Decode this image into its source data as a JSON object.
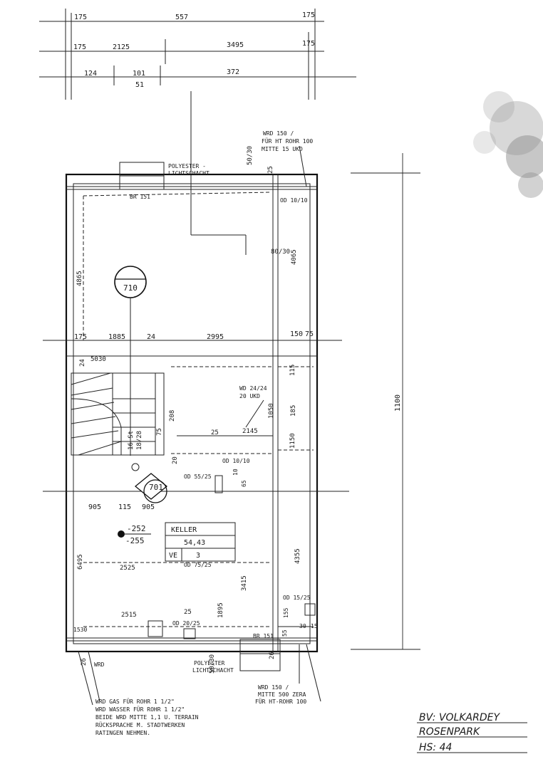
{
  "top_dims": {
    "row1": [
      "175",
      "557",
      "175"
    ],
    "row2": [
      "175",
      "2125",
      "3495",
      "175"
    ],
    "row3": [
      "124",
      "101",
      "51",
      "372"
    ]
  },
  "labels": {
    "wrd_top": [
      "WRD 150 /",
      "FÜR HT ROHR 100",
      "MITTE 15 UKD"
    ],
    "lichtschacht_top": [
      "POLYESTER -",
      "LICHTSCHACHT"
    ],
    "br_top": "BR 151",
    "dim_50_30_top": "50/30",
    "dim_25_top": "25",
    "od_10_10": "OD 10/10",
    "dim_80_30": "80/30",
    "dim_4065": "4065",
    "dim_4865": "4865",
    "marker_710": "710",
    "mid_dims": [
      "175",
      "1885",
      "24",
      "2995",
      "150",
      "75"
    ],
    "dim_24_v": "24",
    "dim_50": "50",
    "dim_30": "30",
    "wd_note": [
      "WD 24/24",
      "20 UKD"
    ],
    "dim_1050": "1050",
    "dim_185": "185",
    "dim_208": "208",
    "dim_75": "75",
    "stair": [
      "16 St",
      "18/28"
    ],
    "dim_25_mid": "25",
    "dim_2145": "2145",
    "dim_115": "115",
    "dim_1150": "1150",
    "dim_20": "20",
    "od_10": "OD 10/10",
    "od_55_25": "OD 55/25",
    "dim_10": "10",
    "dim_65": "65",
    "marker_701": "701",
    "lower_dims": [
      "905",
      "115",
      "905"
    ],
    "level": [
      "-252",
      "-255"
    ],
    "room_name": "KELLER",
    "room_area": "54,43",
    "room_ve": "VE",
    "room_3": "3",
    "dim_4355": "4355",
    "od_dim": "OD 75/25",
    "dim_2525": "2525",
    "dim_3415": "3415",
    "dim_6495": "6495",
    "dim_2515": "2515",
    "dim_25_low": "25",
    "dim_1895": "1895",
    "od_20_25": "OD 20/25",
    "od_15_25": "OD 15/25",
    "dim_155": "155",
    "dim_55": "55",
    "dim_30_low": "30",
    "dim_15": "15",
    "dim_1530": "1530",
    "br_bottom": "BR 151",
    "dim_26": "26",
    "dim_26_left": "26",
    "wrd_left": "WRD",
    "dim_50_30_bottom": "50/30",
    "lichtschacht_bottom": [
      "POLYESTER",
      "LICHTSCHACHT"
    ],
    "wrd_bottom": [
      "WRD 150 /",
      "MITTE 500 ZERA",
      "FÜR HT-ROHR 100"
    ],
    "overall_1100": "1100",
    "notes": [
      "WRD GAS FÜR ROHR 1 1/2\"",
      "WRD WASSER FÜR ROHR 1 1/2\"",
      "BEIDE WRD MITTE 1,1 U. TERRAIN",
      "RÜCKSPRACHE M. STADTWERKEN",
      "RATINGEN NEHMEN."
    ]
  },
  "title_block": {
    "line1": "BV: VOLKARDEY",
    "line2": "ROSENPARK",
    "line3": "HS: 44"
  }
}
